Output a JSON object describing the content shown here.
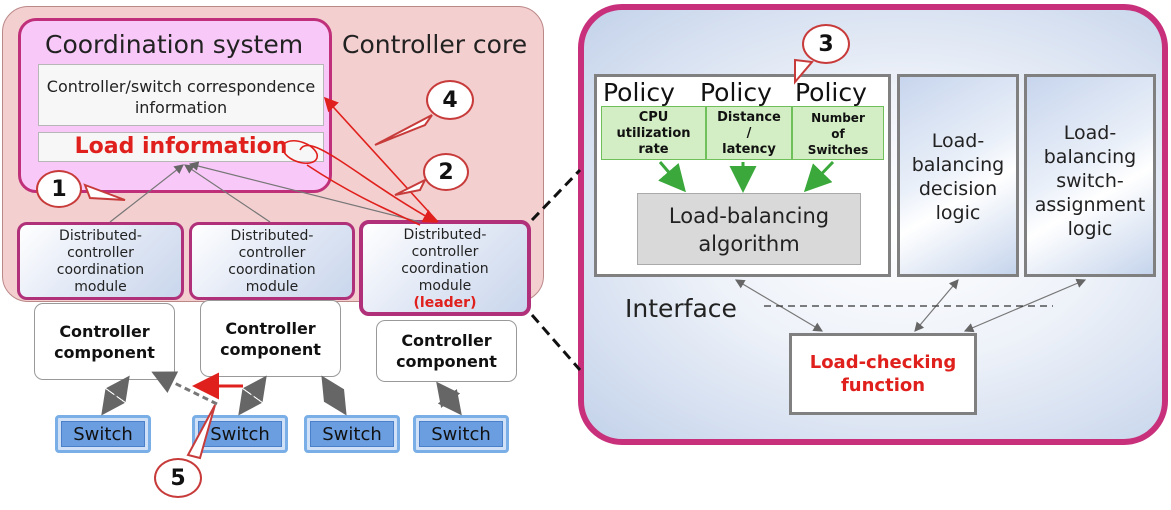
{
  "left": {
    "controller_core_title": "Controller core",
    "coordination_title": "Coordination system",
    "correspondence_info": "Controller/switch correspondence information",
    "load_info": "Load information",
    "modules": [
      {
        "line1": "Distributed-",
        "line2": "controller",
        "line3": "coordination",
        "line4": "module"
      },
      {
        "line1": "Distributed-",
        "line2": "controller",
        "line3": "coordination",
        "line4": "module"
      },
      {
        "line1": "Distributed-",
        "line2": "controller",
        "line3": "coordination",
        "line4": "module",
        "leader": "(leader)"
      }
    ],
    "controller_component": {
      "line1": "Controller",
      "line2": "component"
    },
    "switch_label": "Switch",
    "callouts": [
      "1",
      "2",
      "3",
      "4",
      "5"
    ]
  },
  "right": {
    "policy_label": "Policy",
    "policies": [
      {
        "line1": "CPU",
        "line2": "utilization",
        "line3": "rate"
      },
      {
        "line1": "Distance",
        "line2": "/",
        "line3": "latency"
      },
      {
        "line1": "Number",
        "line2": "of",
        "line3": "Switches"
      }
    ],
    "algorithm": {
      "line1": "Load-balancing",
      "line2": "algorithm"
    },
    "decision_logic": {
      "line1": "Load-",
      "line2": "balancing",
      "line3": "decision",
      "line4": "logic"
    },
    "assignment_logic": {
      "line1": "Load-",
      "line2": "balancing",
      "line3": "switch-",
      "line4": "assignment",
      "line5": "logic"
    },
    "interface_label": "Interface",
    "load_checking": {
      "line1": "Load-checking",
      "line2": "function"
    }
  },
  "colors": {
    "magenta_border": "#c8307c",
    "red_text": "#e0201c",
    "green_arrow": "#3aa83a",
    "switch_blue": "#6b9ee0"
  }
}
